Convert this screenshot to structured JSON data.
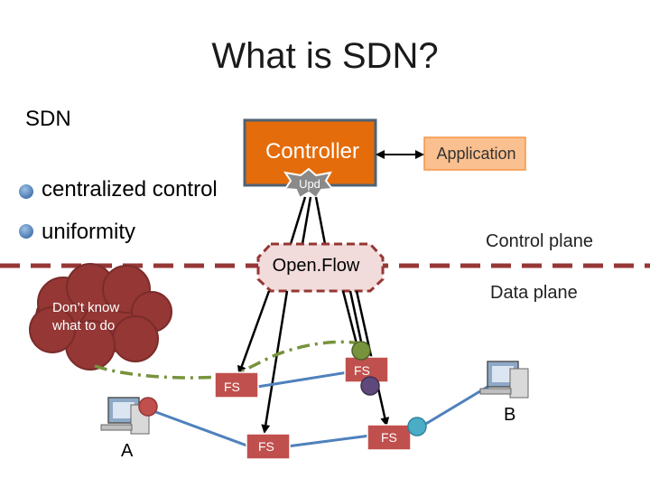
{
  "slide": {
    "title": "What is SDN?",
    "heading": "SDN",
    "bullets": [
      "centralized control",
      "uniformity"
    ]
  },
  "controller": {
    "label": "Controller",
    "application": "Application",
    "upd": "Upd"
  },
  "planes": {
    "control": "Control plane",
    "data": "Data plane"
  },
  "protocol": "Open.Flow",
  "cloud": "Don’t know\nwhat to do",
  "switches": [
    "FS",
    "FS",
    "FS",
    "FS"
  ],
  "hosts": [
    "A",
    "B"
  ],
  "colors": {
    "controller": "#e46c0a",
    "switch": "#c0504d",
    "divider": "#953735",
    "link": "#4f81bd",
    "cloud": "#953735",
    "flow_path": "#77933c"
  }
}
